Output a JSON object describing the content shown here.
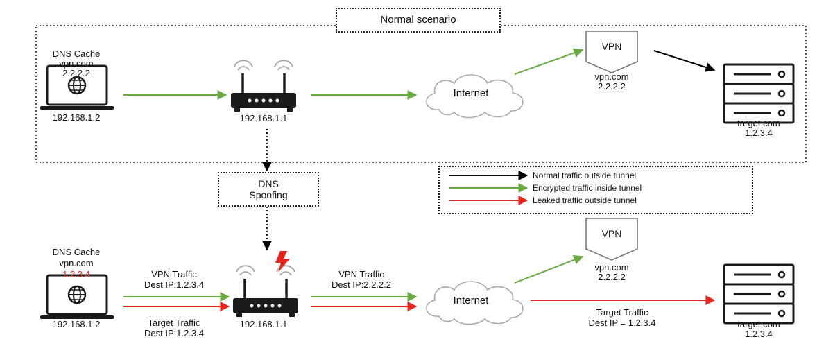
{
  "normal": {
    "title": "Normal scenario",
    "laptop": {
      "cache_title": "DNS Cache",
      "cache_host": "vpn.com",
      "cache_ip": "2.2.2.2",
      "ip": "192.168.1.2"
    },
    "router": {
      "ip": "192.168.1.1"
    },
    "internet": "Internet",
    "vpn": {
      "label": "VPN",
      "host": "vpn.com",
      "ip": "2.2.2.2"
    },
    "server": {
      "host": "target.com",
      "ip": "1.2.3.4"
    }
  },
  "spoof": {
    "line1": "DNS",
    "line2": "Spoofing"
  },
  "legend": {
    "items": [
      {
        "label": "Normal traffic outside tunnel",
        "color": "#000000"
      },
      {
        "label": "Encrypted traffic inside tunnel",
        "color": "#6aaa42"
      },
      {
        "label": "Leaked traffic outside tunnel",
        "color": "#e8231f"
      }
    ]
  },
  "attack": {
    "laptop": {
      "cache_title": "DNS Cache",
      "cache_host": "vpn.com",
      "cache_ip": "1.2.3.4",
      "cache_ip_color": "#e8231f",
      "ip": "192.168.1.2"
    },
    "left_vpn_traffic": {
      "line1": "VPN Traffic",
      "line2": "Dest IP:1.2.3.4"
    },
    "left_target_traffic": {
      "line1": "Target Traffic",
      "line2": "Dest IP:1.2.3.4"
    },
    "router": {
      "ip": "192.168.1.1"
    },
    "right_vpn_traffic": {
      "line1": "VPN Traffic",
      "line2": "Dest IP:2.2.2.2"
    },
    "internet": "Internet",
    "vpn": {
      "label": "VPN",
      "host": "vpn.com",
      "ip": "2.2.2.2"
    },
    "target_traffic": {
      "line1": "Target Traffic",
      "line2": "Dest IP = 1.2.3.4"
    },
    "server": {
      "host": "target.com",
      "ip": "1.2.3.4"
    }
  },
  "colors": {
    "green": "#6aaa42",
    "red": "#e8231f",
    "black": "#000000"
  },
  "icons": [
    "laptop-globe-icon",
    "wifi-router-icon",
    "internet-cloud-icon",
    "vpn-shield-icon",
    "server-rack-icon",
    "lightning-bolt-icon"
  ]
}
